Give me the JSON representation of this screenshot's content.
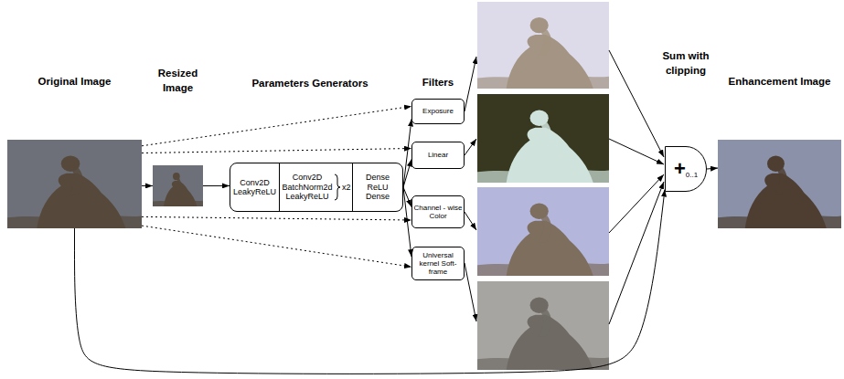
{
  "diagram": {
    "nodes": [
      {
        "text": [
          "Original Image"
        ]
      },
      {
        "text": [
          "Resized Image"
        ]
      },
      {
        "text": [
          "Parameters Generators"
        ]
      },
      {
        "text": [
          "Conv2D LeakyReLU"
        ],
        "in": 2
      },
      {
        "text": [
          "Conv2D BatchNorm2d LeakyReLU",
          "x2"
        ],
        "in": 2
      },
      {
        "text": [
          "Dense ReLU Dense"
        ],
        "in": 2
      },
      {
        "text": [
          "Exposure"
        ]
      },
      {
        "text": [
          "Linear"
        ]
      },
      {
        "text": [
          "Channel - wise Color"
        ]
      },
      {
        "text": [
          "Universal kernel Soft-frame"
        ]
      },
      {
        "text": [
          "Sum with clipping",
          "+",
          "0..1"
        ]
      },
      {
        "text": [
          "Enhancement Image"
        ]
      }
    ],
    "edges": [
      {
        "from": 0,
        "to": 1,
        "arrow": "to"
      },
      {
        "from": 1,
        "to": 2,
        "arrow": "to"
      },
      {
        "from": 2,
        "to": 6,
        "arrow": "to"
      },
      {
        "from": 2,
        "to": 7,
        "arrow": "to"
      },
      {
        "from": 2,
        "to": 8,
        "arrow": "to"
      },
      {
        "from": 2,
        "to": 9,
        "arrow": "to"
      },
      {
        "from": 0,
        "to": 6,
        "arrow": "to"
      },
      {
        "from": 0,
        "to": 7,
        "arrow": "to"
      },
      {
        "from": 0,
        "to": 8,
        "arrow": "to"
      },
      {
        "from": 0,
        "to": 9,
        "arrow": "to"
      },
      {
        "from": 0,
        "to": 10,
        "arrow": "to"
      },
      {
        "from": 10,
        "to": 11,
        "arrow": "to"
      }
    ],
    "labels": [
      "Filters"
    ]
  }
}
